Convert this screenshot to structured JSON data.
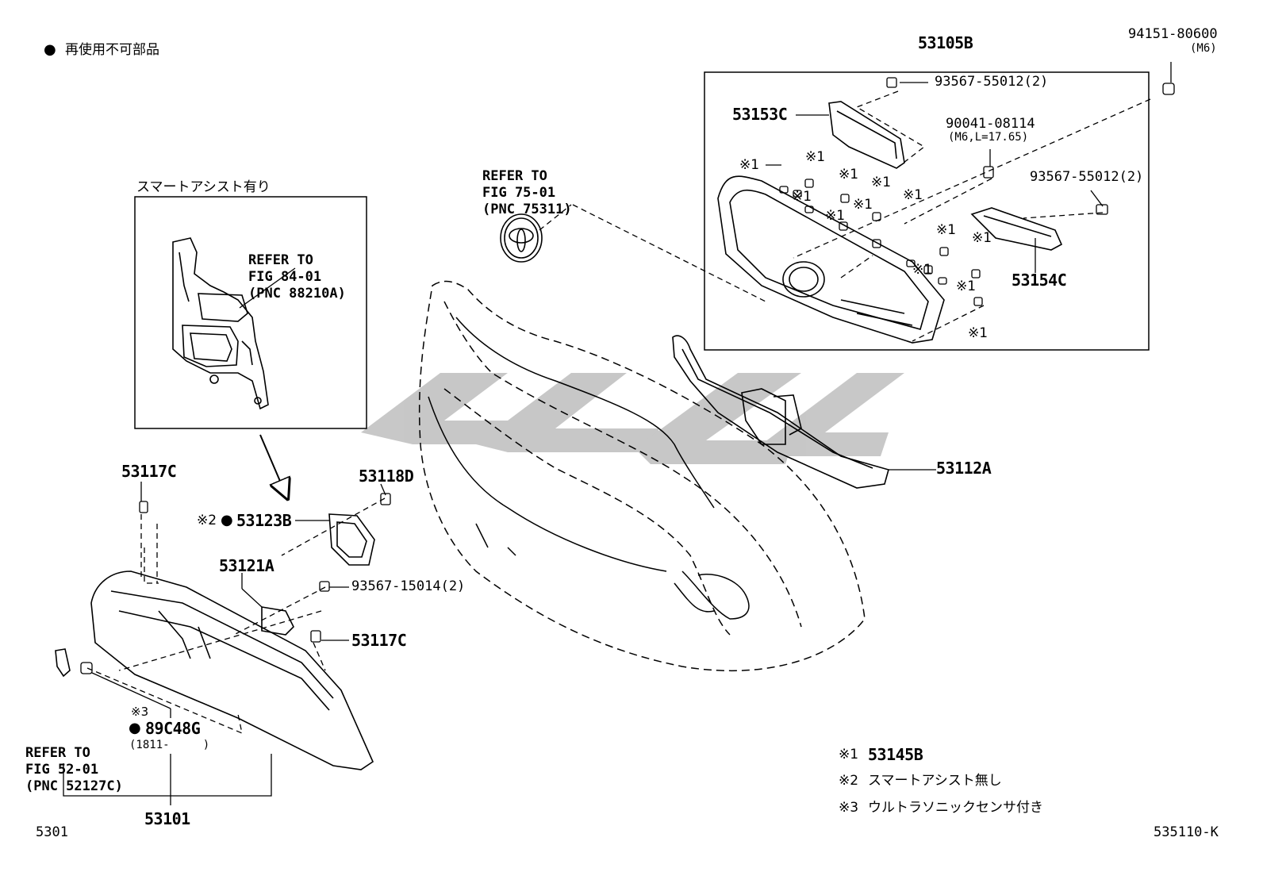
{
  "legend": {
    "non_reusable_mark": "●",
    "non_reusable_text": "再使用不可部品"
  },
  "boxes": {
    "smart_assist_title": "スマートアシスト有り",
    "smart_assist_ref": [
      "REFER TO",
      "FIG 84-01",
      "(PNC 88210A)"
    ],
    "grille_box_header": "53105B"
  },
  "labels": {
    "p94151": "94151-80600",
    "p94151_sub": "(M6)",
    "p93567_top": "93567-55012(2)",
    "p53153c": "53153C",
    "p90041": "90041-08114",
    "p90041_sub": "(M6,L=17.65)",
    "p93567_right": "93567-55012(2)",
    "p53154c": "53154C",
    "mark1": "※1",
    "emblem_ref": [
      "REFER TO",
      "FIG 75-01",
      "(PNC 75311)"
    ],
    "p53112a": "53112A",
    "p53117c_top": "53117C",
    "p53118d": "53118D",
    "p53123b_note": "※2",
    "p53123b_mark": "●",
    "p53123b": "53123B",
    "p53121a": "53121A",
    "p93567_15014": "93567-15014(2)",
    "p53117c_mid": "53117C",
    "bumper_ref": [
      "REFER TO",
      "FIG 52-01",
      "(PNC 52127C)"
    ],
    "p89c48g_note": "※3",
    "p89c48g_mark": "●",
    "p89c48g": "89C48G",
    "p89c48g_sub": "(1811-     )",
    "p53101": "53101"
  },
  "notes": [
    {
      "mark": "※1",
      "text": "53145B"
    },
    {
      "mark": "※2",
      "text": "スマートアシスト無し"
    },
    {
      "mark": "※3",
      "text": "ウルトラソニックセンサ付き"
    }
  ],
  "footer": {
    "left_code": "5301",
    "right_code": "535110-K"
  }
}
